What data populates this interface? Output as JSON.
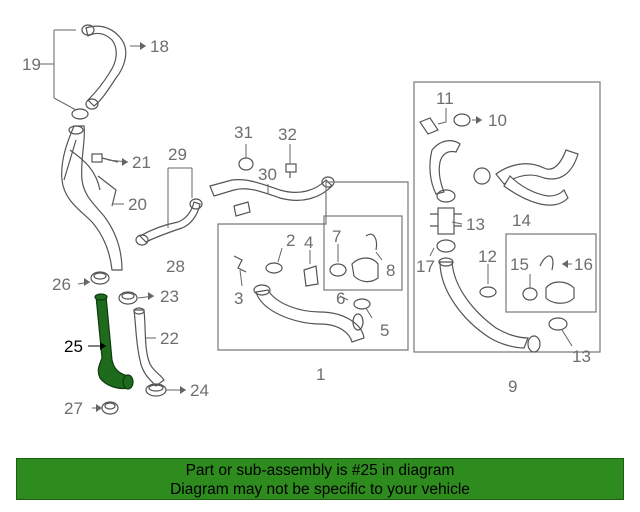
{
  "diagram": {
    "callouts": [
      "19",
      "18",
      "21",
      "20",
      "29",
      "28",
      "26",
      "23",
      "25",
      "22",
      "24",
      "27",
      "31",
      "32",
      "30",
      "1",
      "2",
      "4",
      "3",
      "6",
      "7",
      "8",
      "5",
      "11",
      "10",
      "13",
      "17",
      "12",
      "14",
      "15",
      "16",
      "9"
    ],
    "highlighted_part": "25",
    "highlight_color": "#1e6b1e"
  },
  "banner": {
    "line1": "Part or sub-assembly is #25 in diagram",
    "line2": "Diagram may not be specific to your vehicle",
    "background": "#2e8b1e"
  }
}
